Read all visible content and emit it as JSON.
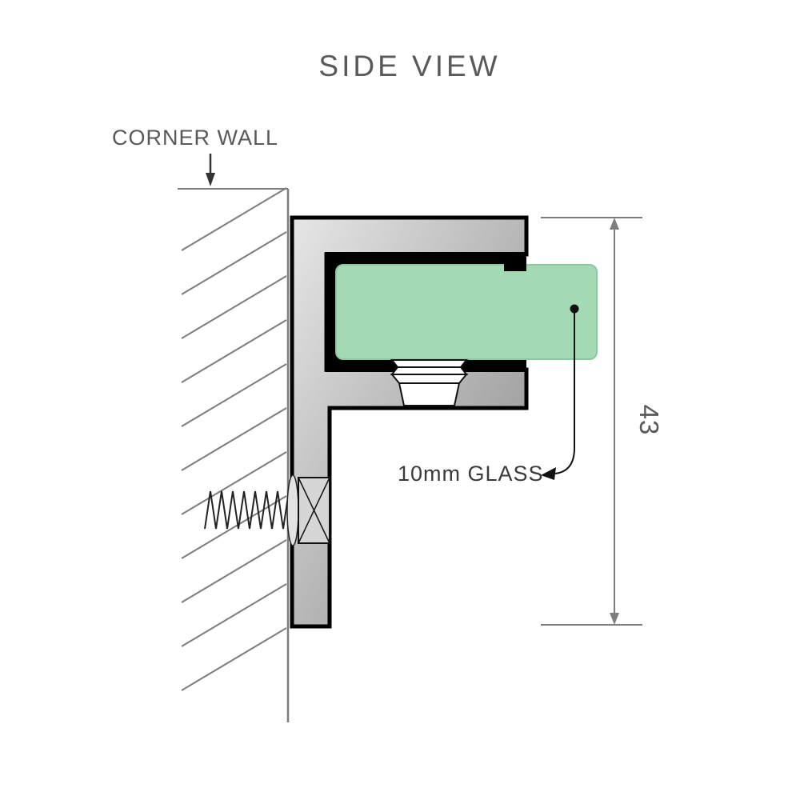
{
  "title": "SIDE VIEW",
  "labels": {
    "corner_wall": "CORNER WALL",
    "glass": "10mm GLASS",
    "dimension": "43"
  },
  "colors": {
    "glass_fill": "#a4d9b6",
    "glass_edge": "#8cc7a0",
    "bracket_gradient_light": "#e6e6e6",
    "bracket_gradient_dark": "#8a8a8a",
    "outline": "#000000",
    "line_gray": "#7d7d7d",
    "text_gray": "#595959",
    "text_dark": "#3a3a3a"
  }
}
